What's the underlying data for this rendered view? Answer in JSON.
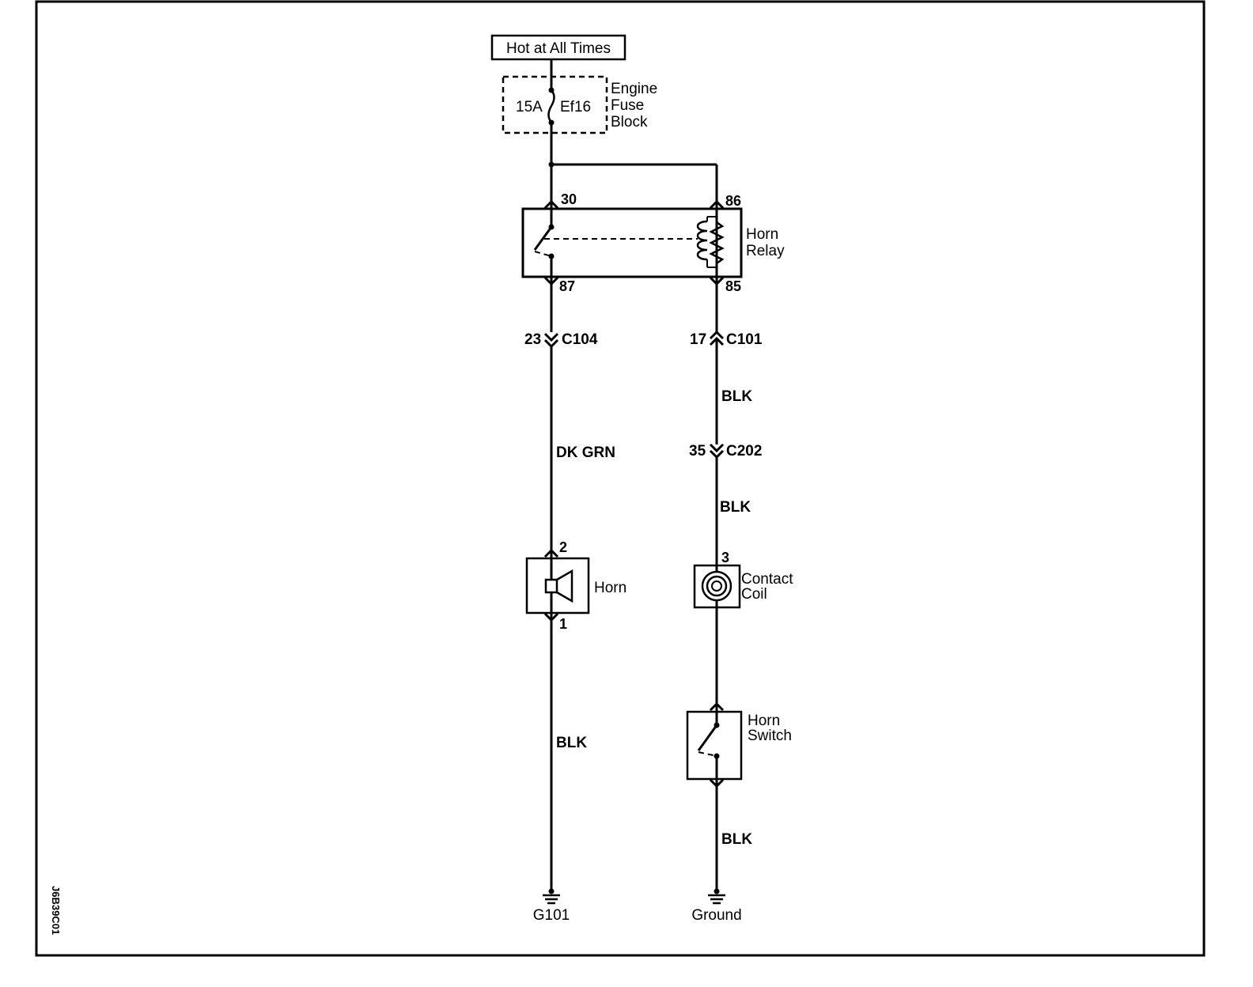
{
  "power_source": "Hot at All Times",
  "fuse": {
    "rating": "15A",
    "name": "Ef16",
    "block_line1": "Engine",
    "block_line2": "Fuse",
    "block_line3": "Block"
  },
  "relay": {
    "name_line1": "Horn",
    "name_line2": "Relay",
    "pin_30": "30",
    "pin_86": "86",
    "pin_87": "87",
    "pin_85": "85"
  },
  "connectors": {
    "left": {
      "pin": "23",
      "name": "C104"
    },
    "right_upper": {
      "pin": "17",
      "name": "C101"
    },
    "right_lower": {
      "pin": "35",
      "name": "C202"
    }
  },
  "wires": {
    "left_upper": "DK GRN",
    "left_lower": "BLK",
    "right_1": "BLK",
    "right_2": "BLK",
    "right_3": "BLK"
  },
  "horn": {
    "name": "Horn",
    "pin_top": "2",
    "pin_bottom": "1"
  },
  "contact_coil": {
    "pin": "3",
    "name_line1": "Contact",
    "name_line2": "Coil"
  },
  "horn_switch": {
    "name_line1": "Horn",
    "name_line2": "Switch"
  },
  "grounds": {
    "left": "G101",
    "right": "Ground"
  },
  "figure_code": "J6B39C01"
}
